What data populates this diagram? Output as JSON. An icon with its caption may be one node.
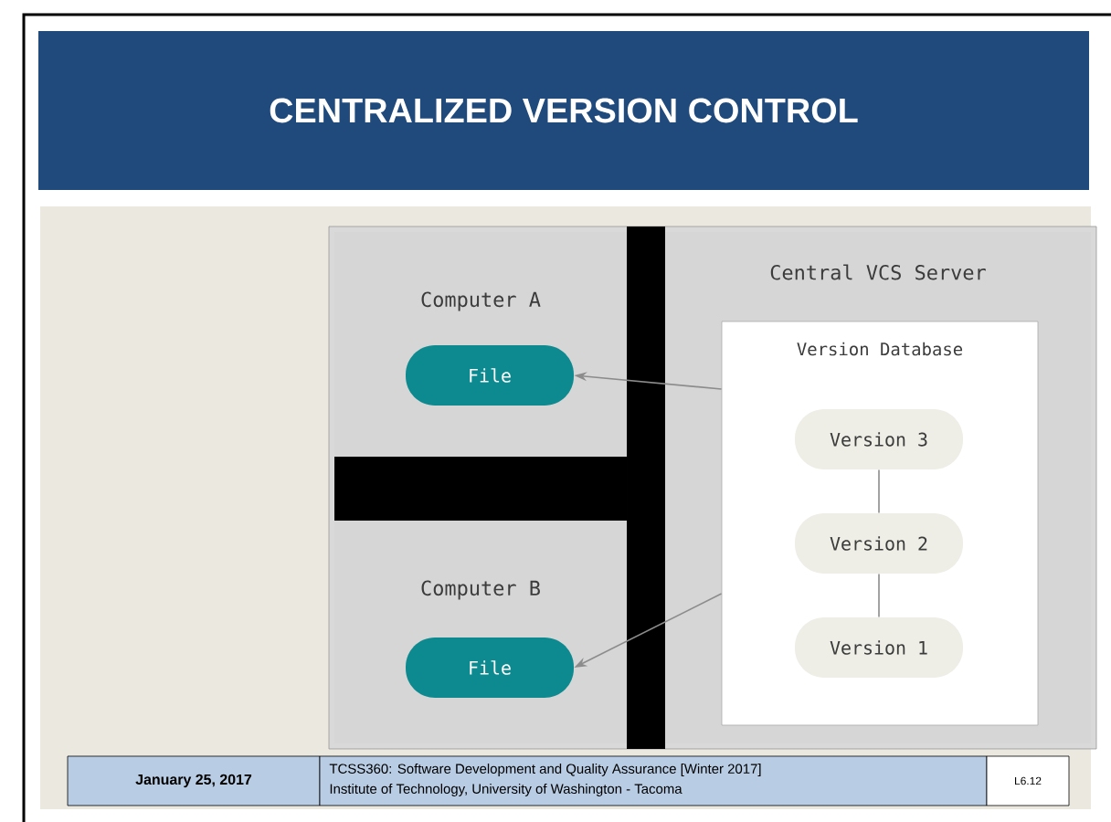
{
  "diagram": {
    "title": "CENTRALIZED VERSION CONTROL",
    "nodes": [
      {
        "text": [
          "Computer A"
        ]
      },
      {
        "text": [
          "File"
        ],
        "in": 0
      },
      {
        "text": [
          "Computer B"
        ]
      },
      {
        "text": [
          "File"
        ],
        "in": 2
      },
      {
        "text": [
          "Central VCS Server"
        ]
      },
      {
        "text": [
          "Version Database"
        ],
        "in": 4
      },
      {
        "text": [
          "Version 3"
        ],
        "in": 5
      },
      {
        "text": [
          "Version 2"
        ],
        "in": 5
      },
      {
        "text": [
          "Version 1"
        ],
        "in": 5
      }
    ],
    "edges": [
      {
        "from": 5,
        "to": 1,
        "arrow": "to"
      },
      {
        "from": 5,
        "to": 3,
        "arrow": "to"
      },
      {
        "from": 6,
        "to": 7,
        "arrow": "none"
      },
      {
        "from": 7,
        "to": 8,
        "arrow": "none"
      }
    ],
    "labels": [
      "January 25, 2017",
      "TCSS360: Software Development and Quality Assurance [Winter 2017]",
      "Institute of Technology, University of Washington - Tacoma",
      "L6.12"
    ]
  }
}
